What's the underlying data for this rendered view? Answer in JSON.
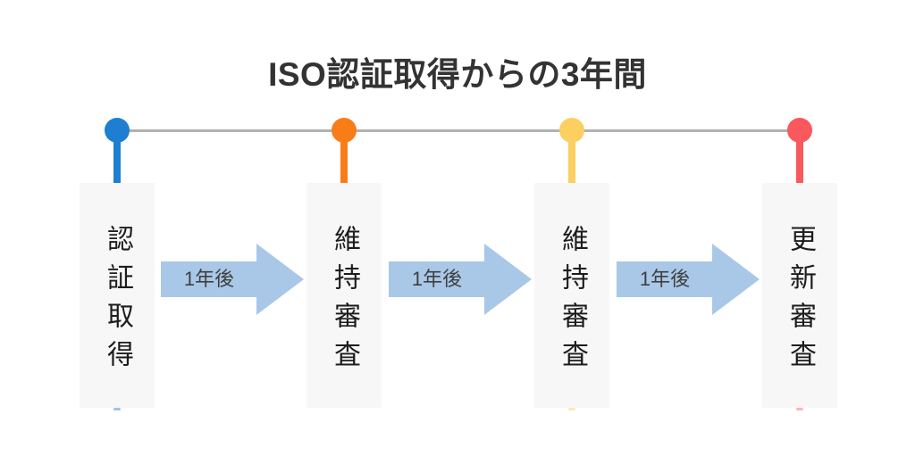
{
  "title": "ISO認証取得からの3年間",
  "colors": {
    "background": "#ffffff",
    "timeline_line": "#b2b2b2",
    "box_background": "#f7f7f7",
    "arrow": "#a9c8e8",
    "title_text": "#333333",
    "box_text": "#1c1c1c",
    "arrow_label_text": "#3f3f3f"
  },
  "timeline": {
    "milestones": [
      {
        "label": "認証取得",
        "dot_color": "#1e7fd2"
      },
      {
        "label": "維持審査",
        "dot_color": "#f97d17"
      },
      {
        "label": "維持審査",
        "dot_color": "#fbcf60"
      },
      {
        "label": "更新審査",
        "dot_color": "#f9585c"
      }
    ],
    "arrows": [
      {
        "label": "1年後"
      },
      {
        "label": "1年後"
      },
      {
        "label": "1年後"
      }
    ]
  }
}
